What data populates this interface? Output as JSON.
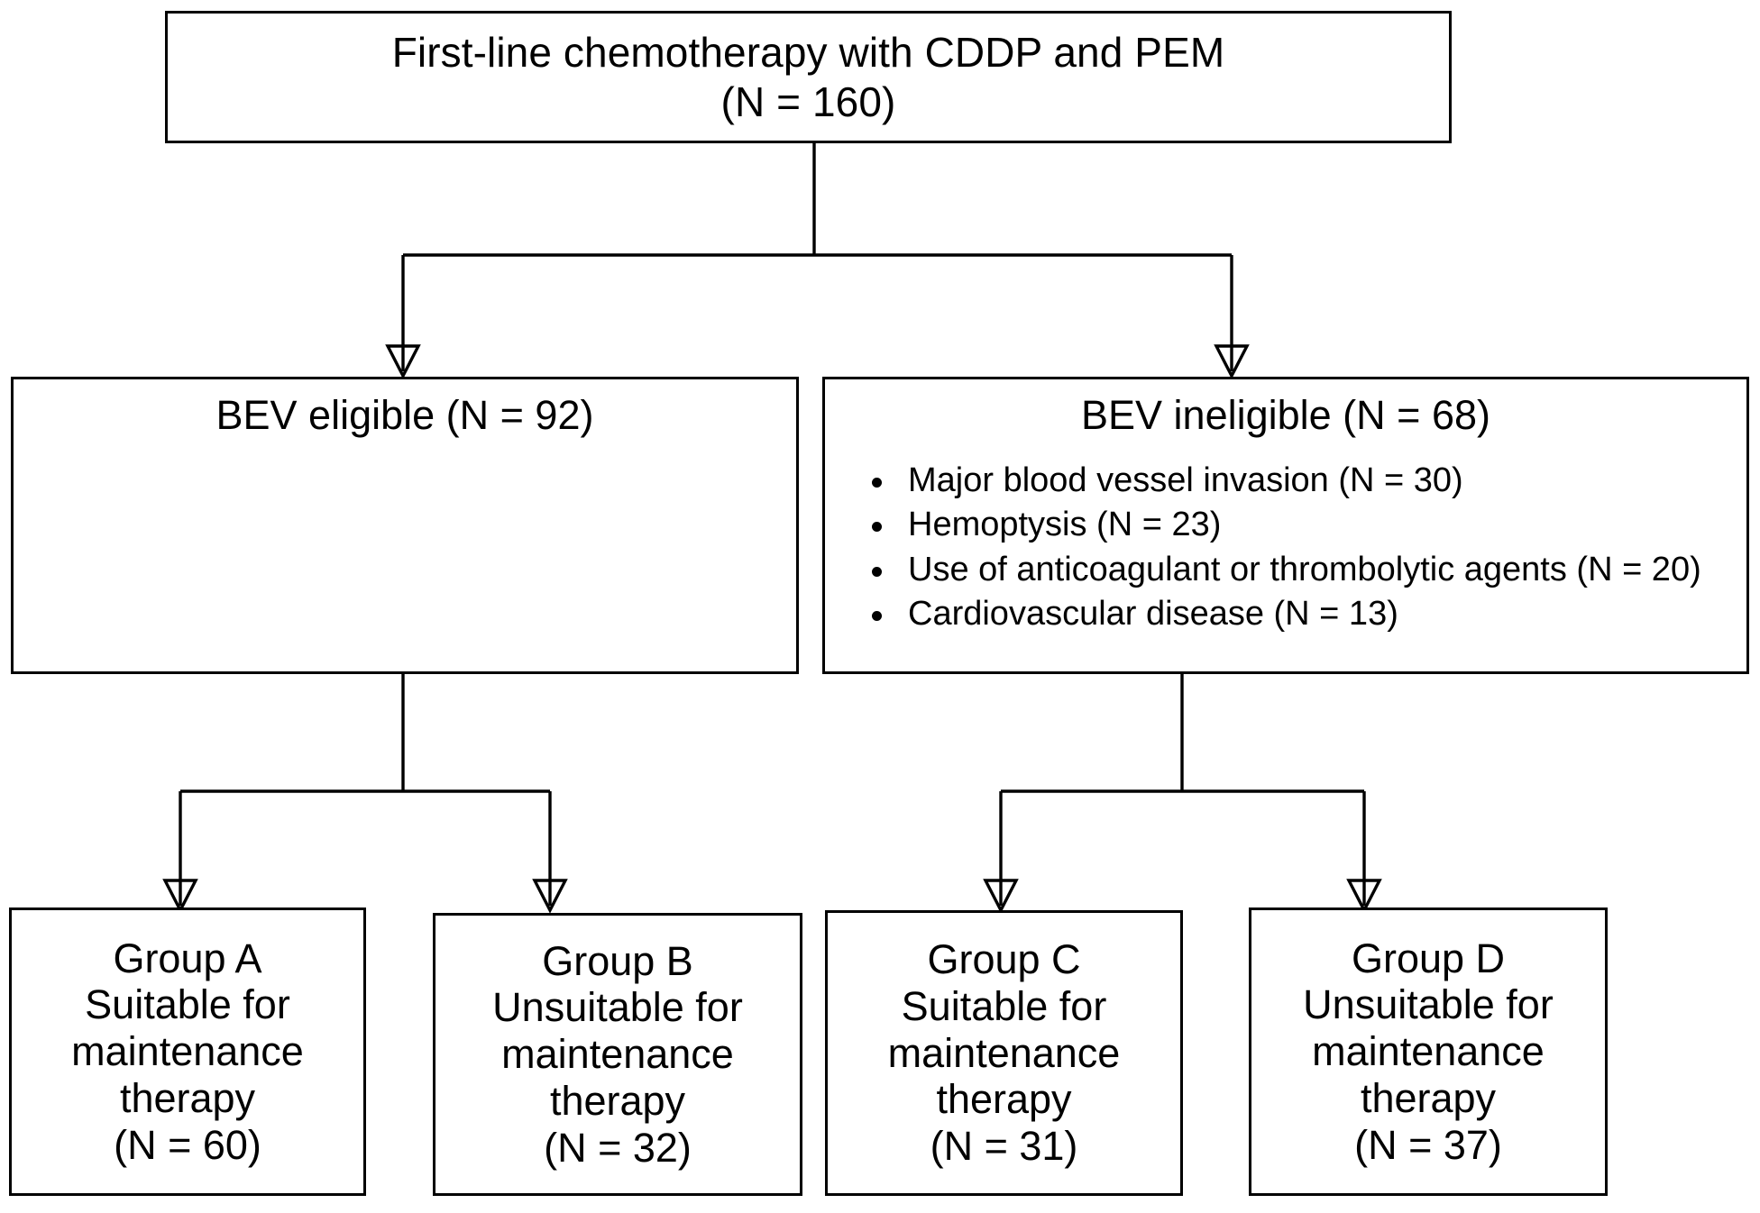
{
  "diagram": {
    "title": "Patient allocation flow diagram",
    "type": "flowchart",
    "stroke_color": "#000000",
    "background_color": "#ffffff"
  },
  "nodes": {
    "root": {
      "id": "first-line-chemotherapy",
      "line1": "First-line chemotherapy with CDDP and PEM",
      "line2": "(N = 160)",
      "n": 160
    },
    "bev_eligible": {
      "id": "bev-eligible",
      "title": "BEV eligible (N = 92)",
      "n": 92
    },
    "bev_ineligible": {
      "id": "bev-ineligible",
      "title": "BEV ineligible (N = 68)",
      "n": 68,
      "reasons": [
        {
          "label": "Major blood vessel invasion (N = 30)",
          "n": 30
        },
        {
          "label": "Hemoptysis (N = 23)",
          "n": 23
        },
        {
          "label": "Use of anticoagulant or thrombolytic agents (N = 20)",
          "n": 20
        },
        {
          "label": "Cardiovascular disease (N = 13)",
          "n": 13
        }
      ]
    },
    "group_a": {
      "id": "group-a",
      "line1": "Group A",
      "line2": "Suitable for",
      "line3": "maintenance",
      "line4": "therapy",
      "line5": "(N = 60)",
      "n": 60
    },
    "group_b": {
      "id": "group-b",
      "line1": "Group B",
      "line2": "Unsuitable for",
      "line3": "maintenance",
      "line4": "therapy",
      "line5": "(N = 32)",
      "n": 32
    },
    "group_c": {
      "id": "group-c",
      "line1": "Group C",
      "line2": "Suitable for",
      "line3": "maintenance",
      "line4": "therapy",
      "line5": "(N = 31)",
      "n": 31
    },
    "group_d": {
      "id": "group-d",
      "line1": "Group D",
      "line2": "Unsuitable for",
      "line3": "maintenance",
      "line4": "therapy",
      "line5": "(N = 37)",
      "n": 37
    }
  },
  "edges": [
    {
      "from": "first-line-chemotherapy",
      "to": "bev-eligible",
      "arrow": true
    },
    {
      "from": "first-line-chemotherapy",
      "to": "bev-ineligible",
      "arrow": true
    },
    {
      "from": "bev-eligible",
      "to": "group-a",
      "arrow": true
    },
    {
      "from": "bev-eligible",
      "to": "group-b",
      "arrow": true
    },
    {
      "from": "bev-ineligible",
      "to": "group-c",
      "arrow": true
    },
    {
      "from": "bev-ineligible",
      "to": "group-d",
      "arrow": true
    }
  ]
}
